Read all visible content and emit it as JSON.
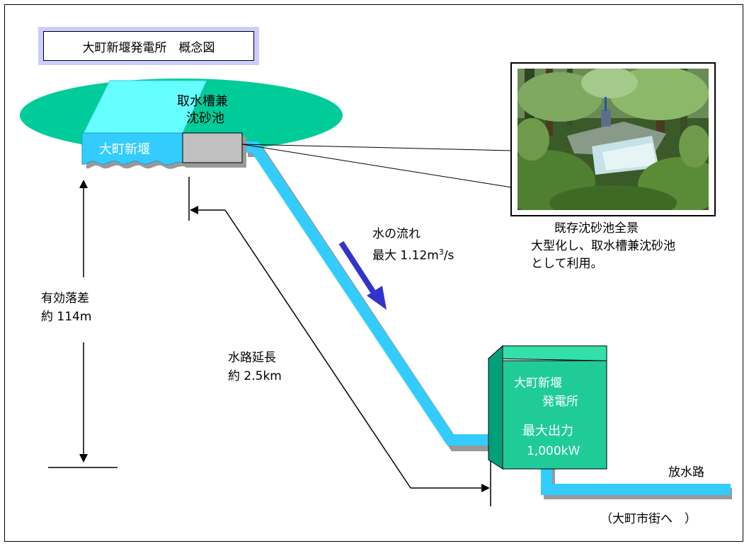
{
  "title": "大町新堰発電所　概念図",
  "labels": {
    "weir": "大町新堰",
    "intake_line1": "取水槽兼",
    "intake_line2": "沈砂池",
    "flow_line1": "水の流れ",
    "flow_line2_prefix": "最大 1.12m",
    "flow_line2_sup": "3",
    "flow_line2_suffix": "/s",
    "head_line1": "有効落差",
    "head_line2": "約 114m",
    "channel_line1": "水路延長",
    "channel_line2": "約 2.5km",
    "plant_line1": "大町新堰",
    "plant_line2": "発電所",
    "output_line1": "最大出力",
    "output_line2": "1,000kW",
    "tailrace": "放水路",
    "to_town": "（大町市街へ　）",
    "photo_caption_1": "既存沈砂池全景",
    "photo_caption_2": "大型化し、取水槽兼沈砂池",
    "photo_caption_3": "として利用。"
  },
  "colors": {
    "pond_green": "#00cc99",
    "water_blue": "#33ccff",
    "plant_green": "#1fcc99",
    "plant_top": "#33e0aa",
    "plant_side": "#00a07a",
    "shadow_gray": "#999999",
    "intake_gray": "#c0c0c0",
    "arrow_blue": "#3333cc",
    "title_border": "#ccccff"
  }
}
